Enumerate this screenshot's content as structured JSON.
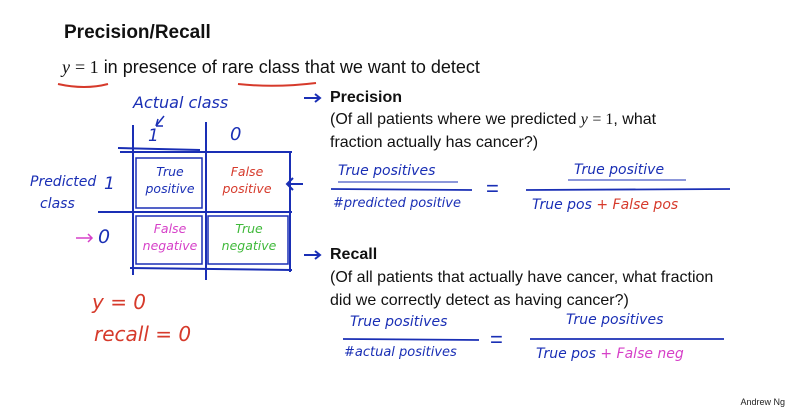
{
  "title": "Precision/Recall",
  "subtitle": {
    "variable": "y",
    "equals": "= 1",
    "rest_before": "in presence of",
    "rare_class": "rare class",
    "rest_after": "that we want to detect"
  },
  "matrix": {
    "actual_class_label": "Actual class",
    "predicted_label_line1": "Predicted",
    "predicted_label_line2": "class",
    "col_1": "1",
    "col_0": "0",
    "row_1": "1",
    "row_0": "0",
    "tp_line1": "True",
    "tp_line2": "positive",
    "fp_line1": "False",
    "fp_line2": "positive",
    "fn_line1": "False",
    "fn_line2": "negative",
    "tn_line1": "True",
    "tn_line2": "negative"
  },
  "precision": {
    "heading": "Precision",
    "desc_line1_a": "(Of all patients where we predicted",
    "desc_var": "y",
    "desc_eq": "= 1",
    "desc_line1_b": ", what",
    "desc_line2": "fraction actually has cancer?)",
    "frac1_num": "True positives",
    "frac1_den": "#predicted positive",
    "frac2_num": "True positive",
    "frac2_den_a": "True pos",
    "frac2_den_plus": "+",
    "frac2_den_b": "False pos"
  },
  "recall": {
    "heading": "Recall",
    "desc_line1": "(Of all patients that actually have cancer, what fraction",
    "desc_line2": "did we correctly detect as having cancer?)",
    "frac1_num": "True positives",
    "frac1_den": "#actual positives",
    "frac2_num": "True positives",
    "frac2_den_a": "True pos",
    "frac2_den_plus": "+",
    "frac2_den_b": "False neg"
  },
  "notes": {
    "y_eq_0": "y = 0",
    "recall_eq_0": "recall = 0"
  },
  "equals_sign": "=",
  "credit": "Andrew Ng",
  "colors": {
    "ink_blue": "#1a2fb5",
    "ink_red": "#d63a2b",
    "ink_magenta": "#d640c8",
    "ink_green": "#3fb93a"
  }
}
